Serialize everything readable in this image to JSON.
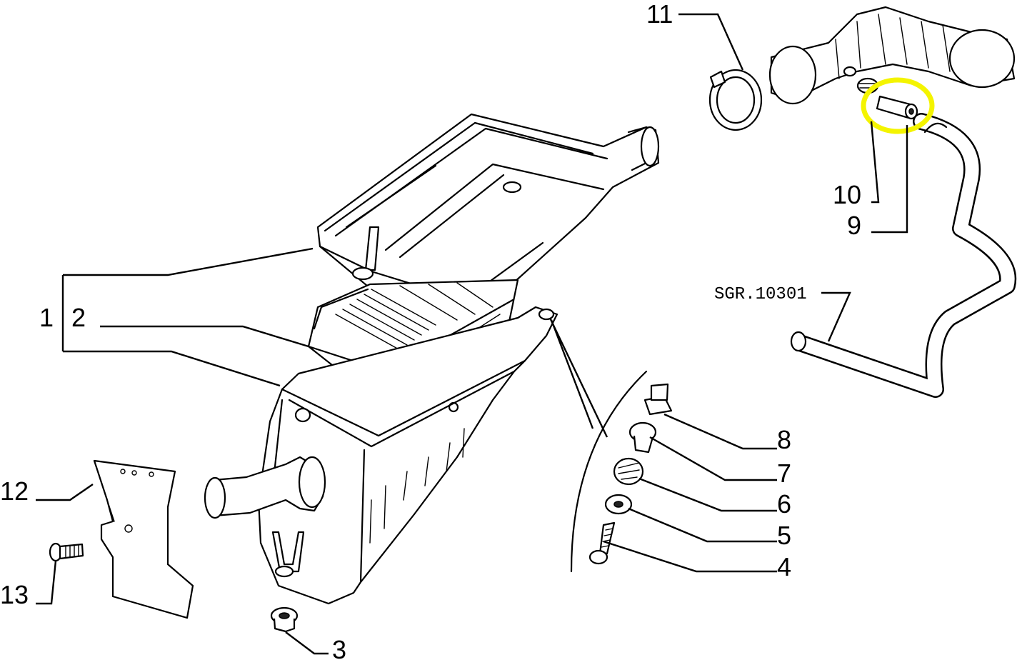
{
  "diagram": {
    "reference_code": "SGR.10301",
    "highlight_color": "#f4f400",
    "highlighted_part": "10",
    "callouts": [
      {
        "id": "c1",
        "label": "1"
      },
      {
        "id": "c2",
        "label": "2"
      },
      {
        "id": "c3",
        "label": "3"
      },
      {
        "id": "c4",
        "label": "4"
      },
      {
        "id": "c5",
        "label": "5"
      },
      {
        "id": "c6",
        "label": "6"
      },
      {
        "id": "c7",
        "label": "7"
      },
      {
        "id": "c8",
        "label": "8"
      },
      {
        "id": "c9",
        "label": "9"
      },
      {
        "id": "c10",
        "label": "10"
      },
      {
        "id": "c11",
        "label": "11"
      },
      {
        "id": "c12",
        "label": "12"
      },
      {
        "id": "c13",
        "label": "13"
      }
    ]
  }
}
